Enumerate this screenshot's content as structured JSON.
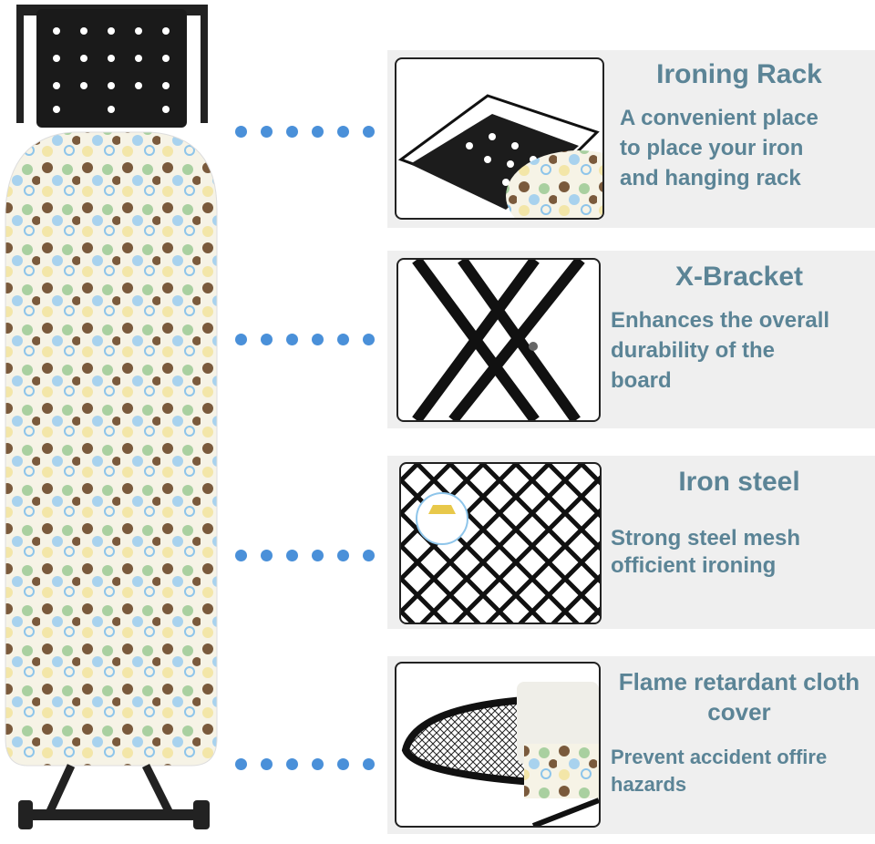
{
  "features": [
    {
      "title": "Ironing Rack",
      "description": [
        "A convenient place",
        "to place your iron",
        "and hanging rack"
      ],
      "image": "ironing-rack-photo"
    },
    {
      "title": "X-Bracket",
      "description": [
        "Enhances the overall",
        "durability of the",
        "board"
      ],
      "image": "x-bracket-photo"
    },
    {
      "title": "Iron steel",
      "description": [
        "Strong steel mesh",
        "officient ironing"
      ],
      "image": "steel-mesh-photo"
    },
    {
      "title": "Flame retardant cloth cover",
      "description": [
        "Prevent accident offire",
        "hazards"
      ],
      "image": "cloth-cover-photo"
    }
  ],
  "colors": {
    "text": "#5b8496",
    "connector_dots": "#4a90d9",
    "panel_bg": "#efefef"
  }
}
